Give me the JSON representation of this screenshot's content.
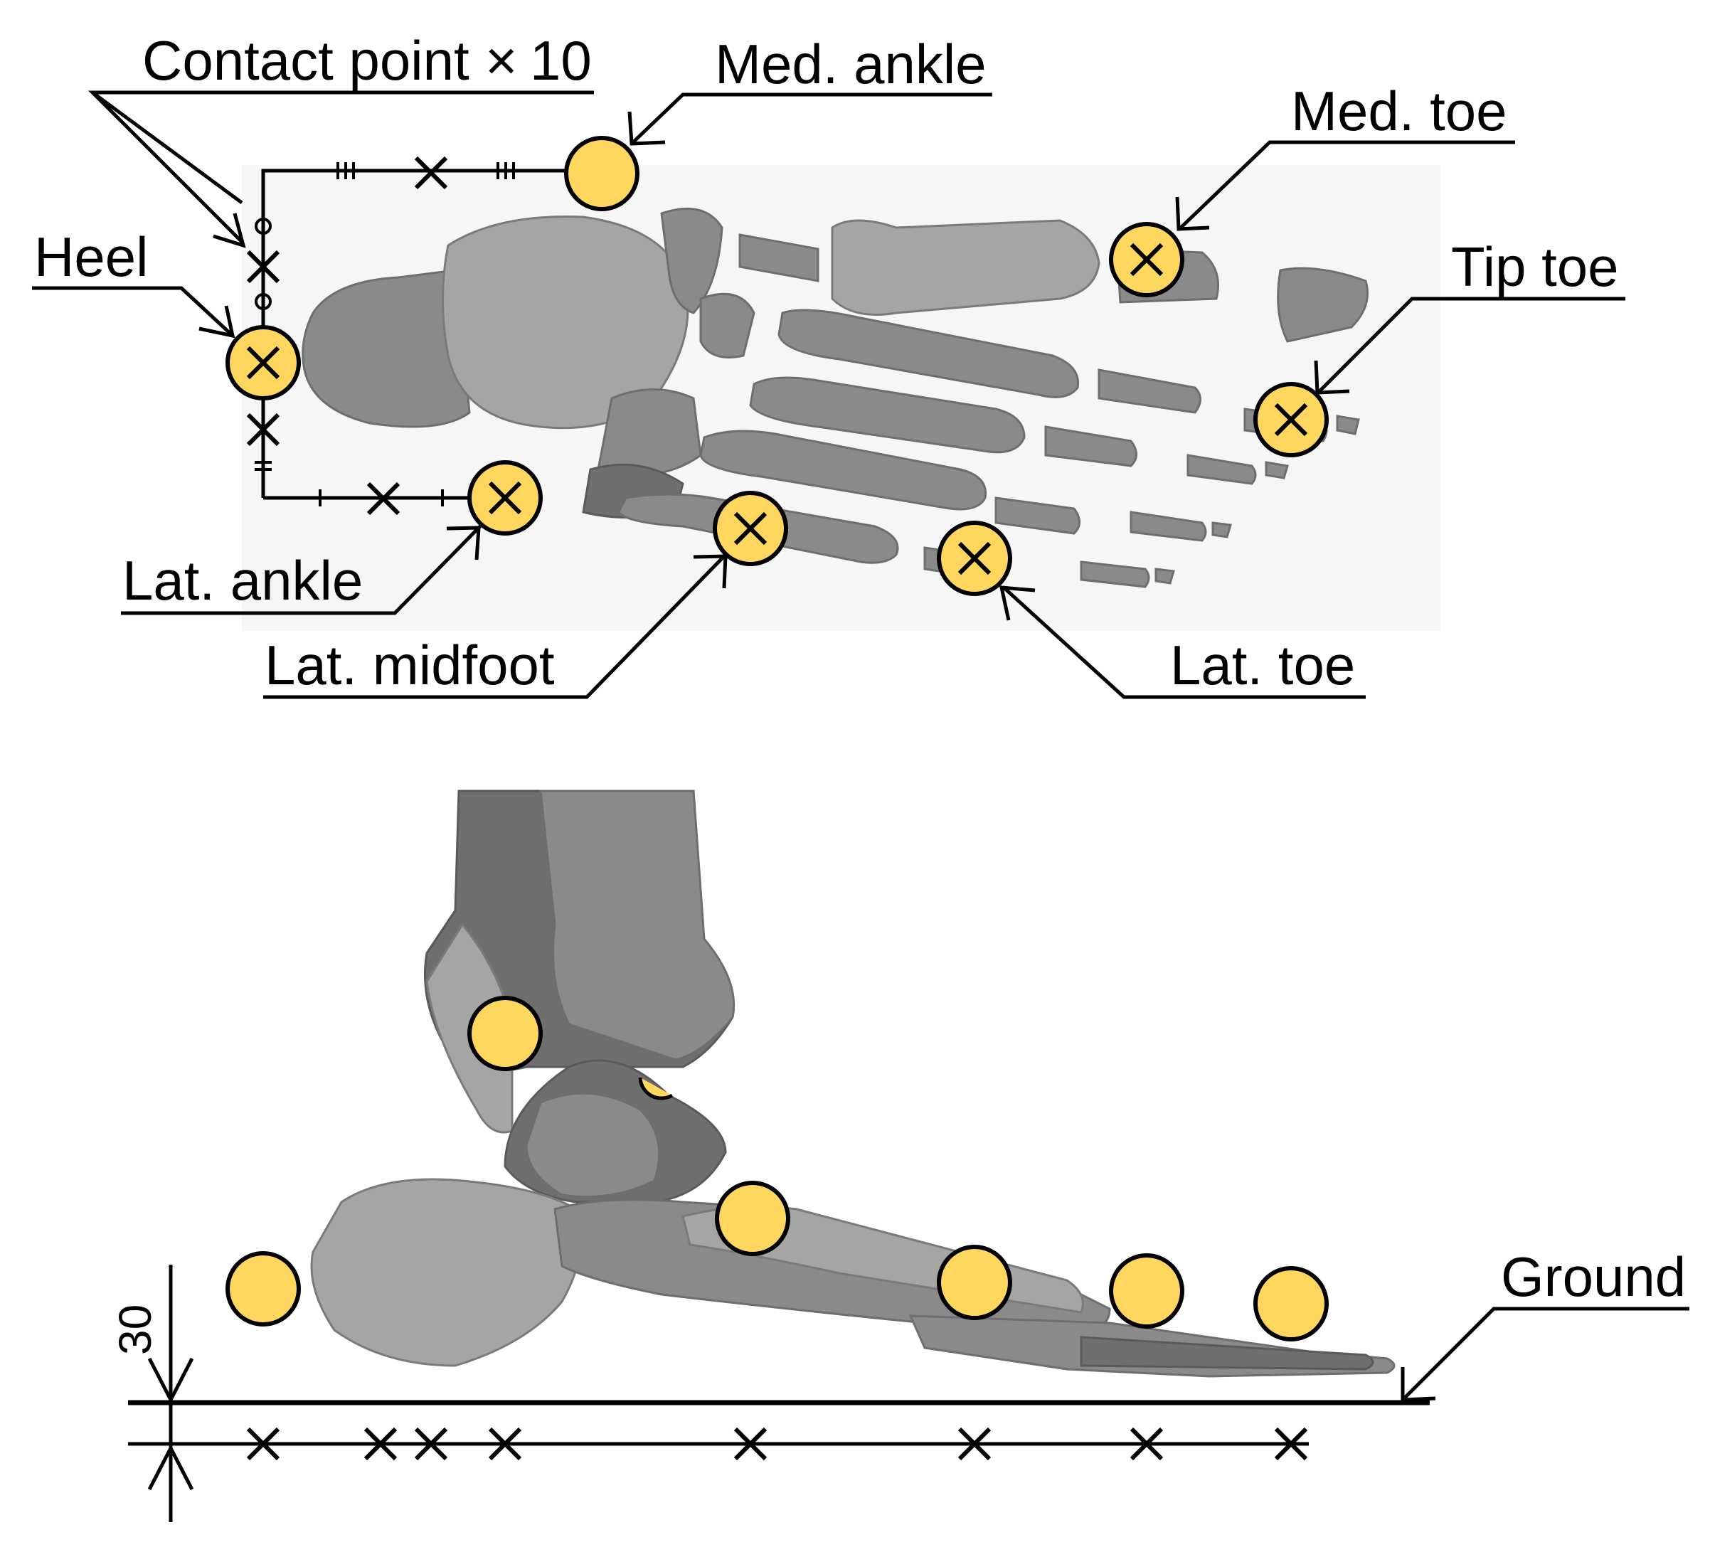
{
  "labels": {
    "contact_point": "Contact point",
    "contact_mult": "×",
    "contact_count": "10",
    "med_ankle": "Med. ankle",
    "med_toe": "Med. toe",
    "heel": "Heel",
    "tip_toe": "Tip toe",
    "lat_ankle": "Lat. ankle",
    "lat_midfoot": "Lat. midfoot",
    "lat_toe": "Lat. toe",
    "ground": "Ground",
    "dimension": "30"
  },
  "colors": {
    "marker_fill": "#FFD75E",
    "bone": "#8a8a8a",
    "outline": "#000000"
  }
}
